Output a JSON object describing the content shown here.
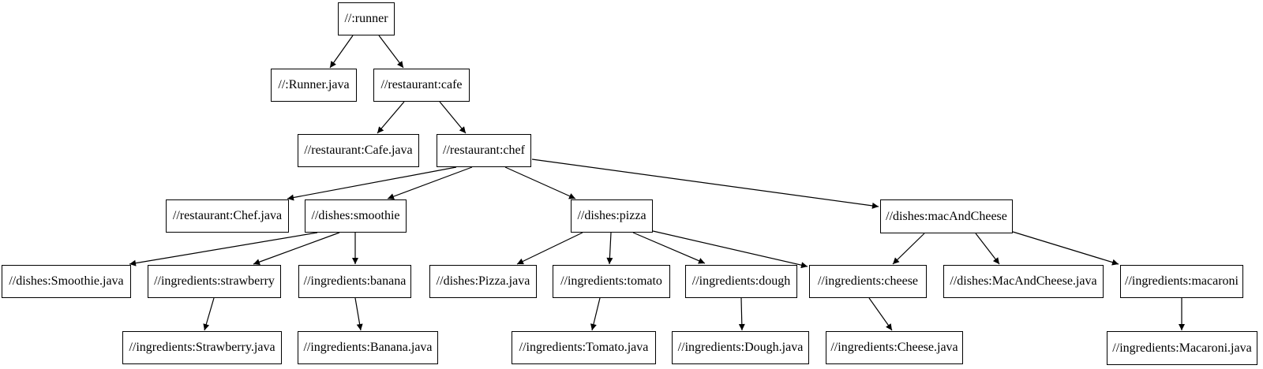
{
  "diagram": {
    "type": "dependency-graph",
    "colors": {
      "background": "#ffffff",
      "node_fill": "#ffffff",
      "node_border": "#000000",
      "edge": "#000000",
      "text": "#000000"
    },
    "nodes": {
      "runner": "//:runner",
      "runner_java": "//:Runner.java",
      "cafe": "//restaurant:cafe",
      "cafe_java": "//restaurant:Cafe.java",
      "chef": "//restaurant:chef",
      "chef_java": "//restaurant:Chef.java",
      "smoothie": "//dishes:smoothie",
      "pizza": "//dishes:pizza",
      "mac_and_cheese": "//dishes:macAndCheese",
      "smoothie_java": "//dishes:Smoothie.java",
      "strawberry": "//ingredients:strawberry",
      "banana": "//ingredients:banana",
      "pizza_java": "//dishes:Pizza.java",
      "tomato": "//ingredients:tomato",
      "dough": "//ingredients:dough",
      "cheese": "//ingredients:cheese",
      "mac_and_cheese_java": "//dishes:MacAndCheese.java",
      "macaroni": "//ingredients:macaroni",
      "strawberry_java": "//ingredients:Strawberry.java",
      "banana_java": "//ingredients:Banana.java",
      "tomato_java": "//ingredients:Tomato.java",
      "dough_java": "//ingredients:Dough.java",
      "cheese_java": "//ingredients:Cheese.java",
      "macaroni_java": "//ingredients:Macaroni.java"
    },
    "edges": [
      [
        "runner",
        "runner_java"
      ],
      [
        "runner",
        "cafe"
      ],
      [
        "cafe",
        "cafe_java"
      ],
      [
        "cafe",
        "chef"
      ],
      [
        "chef",
        "chef_java"
      ],
      [
        "chef",
        "smoothie"
      ],
      [
        "chef",
        "pizza"
      ],
      [
        "chef",
        "mac_and_cheese"
      ],
      [
        "smoothie",
        "smoothie_java"
      ],
      [
        "smoothie",
        "strawberry"
      ],
      [
        "smoothie",
        "banana"
      ],
      [
        "pizza",
        "pizza_java"
      ],
      [
        "pizza",
        "tomato"
      ],
      [
        "pizza",
        "dough"
      ],
      [
        "pizza",
        "cheese"
      ],
      [
        "mac_and_cheese",
        "cheese"
      ],
      [
        "mac_and_cheese",
        "mac_and_cheese_java"
      ],
      [
        "mac_and_cheese",
        "macaroni"
      ],
      [
        "strawberry",
        "strawberry_java"
      ],
      [
        "banana",
        "banana_java"
      ],
      [
        "tomato",
        "tomato_java"
      ],
      [
        "dough",
        "dough_java"
      ],
      [
        "cheese",
        "cheese_java"
      ],
      [
        "macaroni",
        "macaroni_java"
      ]
    ]
  }
}
